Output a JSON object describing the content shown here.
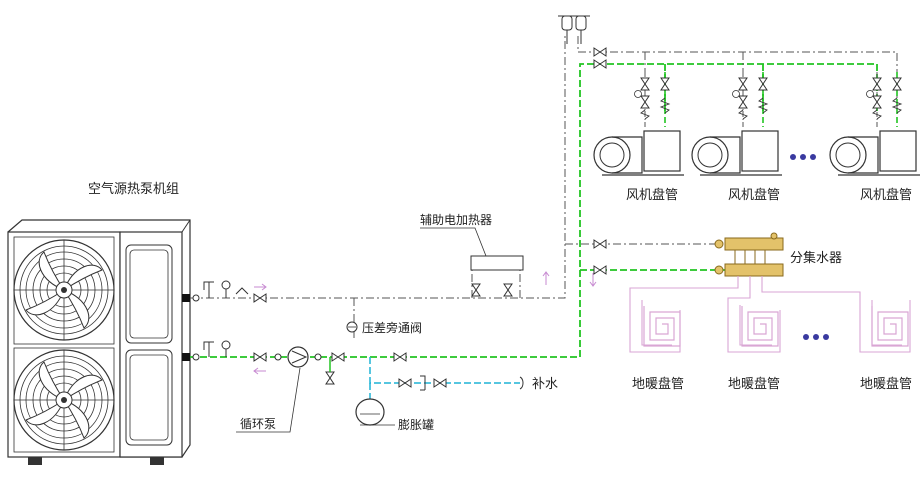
{
  "labels": {
    "unit_title": "空气源热泵机组",
    "aux_heater": "辅助电加热器",
    "bypass_valve": "压差旁通阀",
    "circ_pump": "循环泵",
    "expansion_tank": "膨胀罐",
    "makeup_water": "补水",
    "manifold": "分集水器",
    "fan_coil_1": "风机盘管",
    "fan_coil_2": "风机盘管",
    "fan_coil_3": "风机盘管",
    "floor_heat_1": "地暖盘管",
    "floor_heat_2": "地暖盘管",
    "floor_heat_3": "地暖盘管"
  },
  "colors": {
    "supply": "#22c422",
    "return": "#555555",
    "makeup": "#1fb4d6",
    "floor_loop": "#d9a6d4",
    "arrow": "#c78ad1",
    "manifold": "#c8a03c",
    "ellipsis_dot": "#3a3aa0",
    "outline": "#333333"
  },
  "icons": {
    "fan": "fan-grille-icon",
    "pump": "pump-icon",
    "valve": "gate-valve-icon",
    "gauge": "pressure-gauge-icon",
    "arrow": "flow-arrow-icon"
  }
}
